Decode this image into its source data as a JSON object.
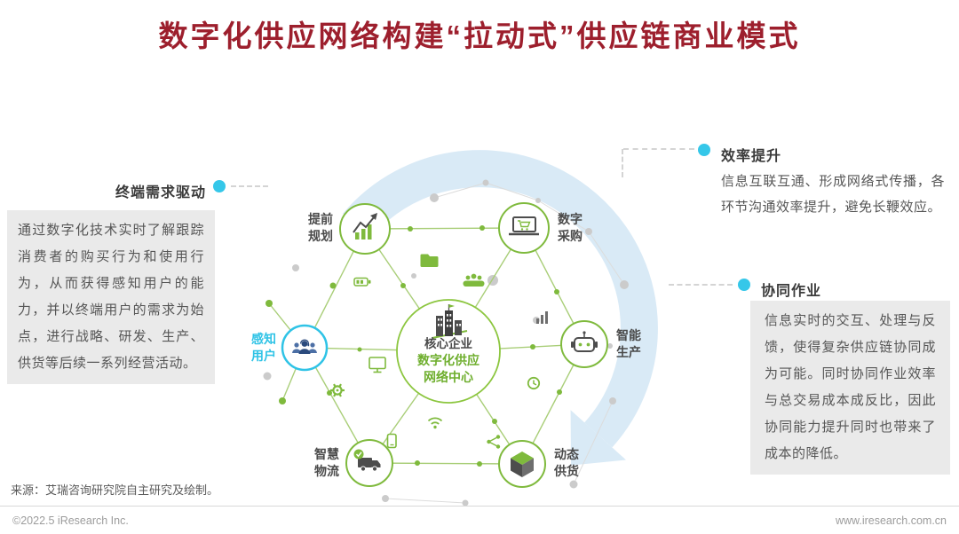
{
  "title": "数字化供应网络构建“拉动式”供应链商业模式",
  "left_section": {
    "heading": "终端需求驱动",
    "body": "通过数字化技术实时了解跟踪消费者的购买行为和使用行为，从而获得感知用户的能力，并以终端用户的需求为始点，进行战略、研发、生产、供货等后续一系列经营活动。"
  },
  "right_top": {
    "heading": "效率提升",
    "body": "信息互联互通、形成网络式传播，各环节沟通效率提升，避免长鞭效应。"
  },
  "right_bottom": {
    "heading": "协同作业",
    "body": "信息实时的交互、处理与反馈，使得复杂供应链协同成为可能。同时协同作业效率与总交易成本成反比，因此协同能力提升同时也带来了成本的降低。"
  },
  "center_node": {
    "line1": "核心企业",
    "line2": "数字化供应",
    "line3": "网络中心",
    "icon": "buildings-icon"
  },
  "nodes": [
    {
      "id": "advance-planning",
      "line1": "提前",
      "line2": "规划",
      "icon": "growth-chart-icon"
    },
    {
      "id": "digital-procurement",
      "line1": "数字",
      "line2": "采购",
      "icon": "laptop-cart-icon"
    },
    {
      "id": "intelligent-production",
      "line1": "智能",
      "line2": "生产",
      "icon": "robot-icon"
    },
    {
      "id": "dynamic-supply",
      "line1": "动态",
      "line2": "供货",
      "icon": "cube-icon"
    },
    {
      "id": "smart-logistics",
      "line1": "智慧",
      "line2": "物流",
      "icon": "truck-icon"
    },
    {
      "id": "perceive-users",
      "line1": "感知",
      "line2": "用户",
      "icon": "users-headset-icon",
      "highlight": true
    }
  ],
  "icons": {
    "decorative": [
      "folder-icon",
      "battery-icon",
      "team-icon",
      "mini-bar-chart-icon",
      "monitor-icon",
      "gear-icon",
      "wifi-icon",
      "smartphone-icon",
      "clock-icon",
      "share-nodes-icon"
    ],
    "background": "circular-arrow"
  },
  "colors": {
    "title_red": "#9D1F2D",
    "accent_cyan": "#35C7E9",
    "accent_green": "#7FBA3D",
    "arrow_blue": "#D9EAF6",
    "box_gray": "#EAEAEA"
  },
  "source": "来源：艾瑞咨询研究院自主研究及绘制。",
  "footer": {
    "left": "©2022.5 iResearch Inc.",
    "right": "www.iresearch.com.cn"
  }
}
